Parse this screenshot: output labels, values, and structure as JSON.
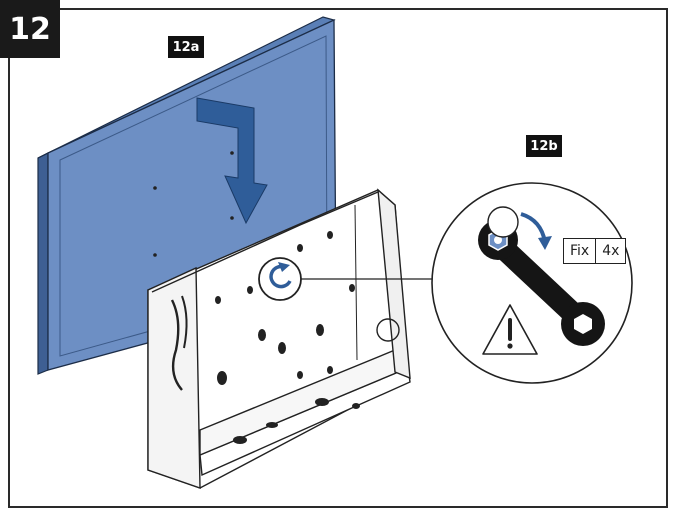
{
  "step": {
    "number": "12"
  },
  "panels": {
    "a": {
      "label": "12a"
    },
    "b": {
      "label": "12b"
    }
  },
  "instruction": {
    "action_label": "Fix",
    "quantity_label": "4x",
    "icons": [
      "arrow-down-icon",
      "wrench-icon",
      "rotate-clockwise-icon",
      "warning-icon"
    ]
  },
  "colors": {
    "panel_blue": "#6d8fc4",
    "arrow_blue": "#2f5d99",
    "frame": "#222222",
    "badge": "#111111"
  }
}
